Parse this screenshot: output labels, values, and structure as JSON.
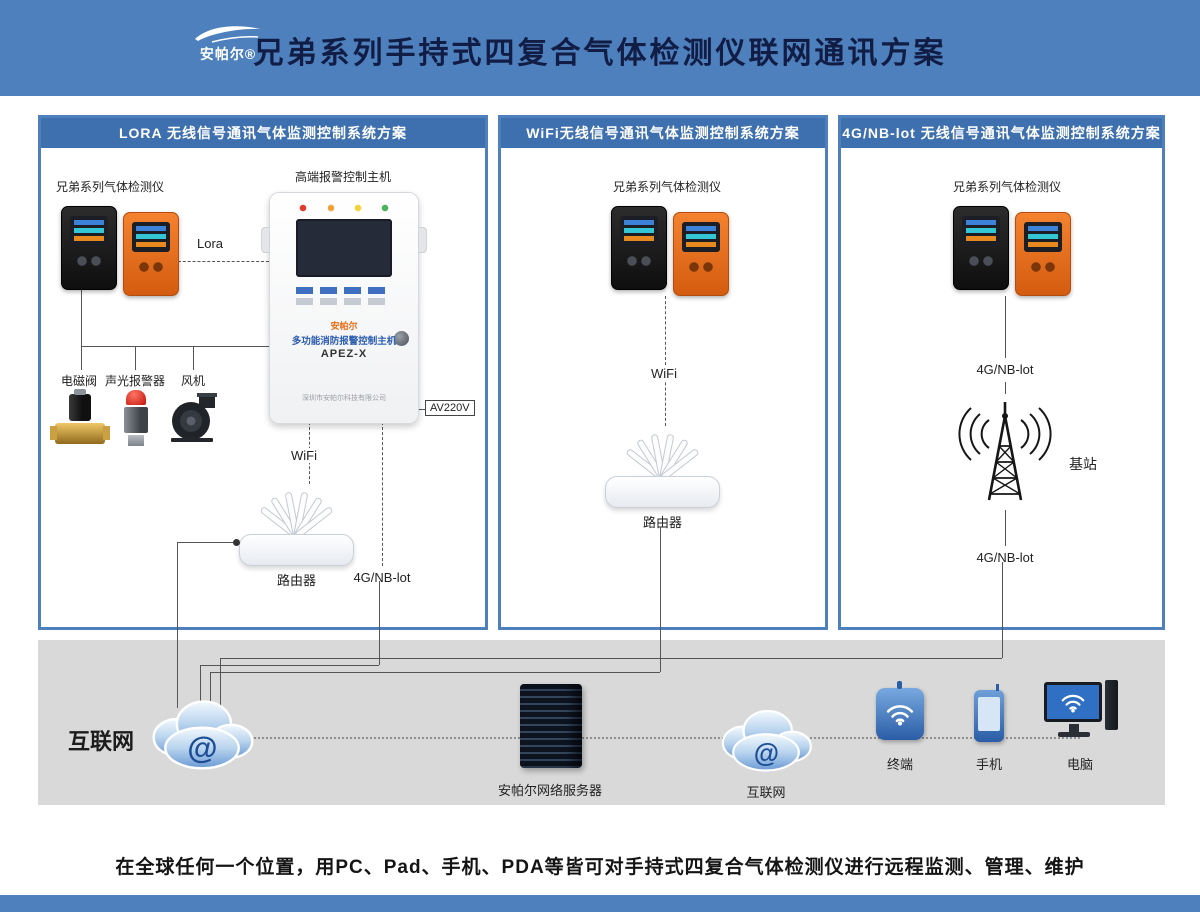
{
  "header": {
    "logo": "安帕尔®",
    "title": "兄弟系列手持式四复合气体检测仪联网通讯方案"
  },
  "panel_lora": {
    "title": "LORA 无线信号通讯气体监测控制系统方案",
    "detector_label": "兄弟系列气体检测仪",
    "host_caption": "高端报警控制主机",
    "link_label": "Lora",
    "valve_label": "电磁阀",
    "alarm_label": "声光报警器",
    "fan_label": "风机",
    "host": {
      "brand": "安帕尔",
      "name": "多功能消防报警控制主机",
      "model": "APEZ-X",
      "company": "深圳市安帕尔科技有限公司"
    },
    "power_label": "AV220V",
    "wifi_label": "WiFi",
    "router_label": "路由器",
    "cell_label": "4G/NB-lot"
  },
  "panel_wifi": {
    "title": "WiFi无线信号通讯气体监测控制系统方案",
    "detector_label": "兄弟系列气体检测仪",
    "wifi_label": "WiFi",
    "router_label": "路由器"
  },
  "panel_cell": {
    "title": "4G/NB-lot 无线信号通讯气体监测控制系统方案",
    "detector_label": "兄弟系列气体检测仪",
    "cell_label_top": "4G/NB-lot",
    "station_label": "基站",
    "cell_label_bottom": "4G/NB-lot"
  },
  "network": {
    "internet_title": "互联网",
    "cloud1_at": "@",
    "cloud2_at": "@",
    "server_label": "安帕尔网络服务器",
    "cloud2_label": "互联网",
    "terminal_label": "终端",
    "phone_label": "手机",
    "pc_label": "电脑"
  },
  "footer": {
    "caption": "在全球任何一个位置，用PC、Pad、手机、PDA等皆可对手持式四复合气体检测仪进行远程监测、管理、维护"
  },
  "colors": {
    "header_blue": "#4d80bd",
    "panel_border": "#4d80bd",
    "panel_header_blue": "#3e6fae",
    "band_gray": "#d9d9d9",
    "title_navy": "#121d45"
  }
}
